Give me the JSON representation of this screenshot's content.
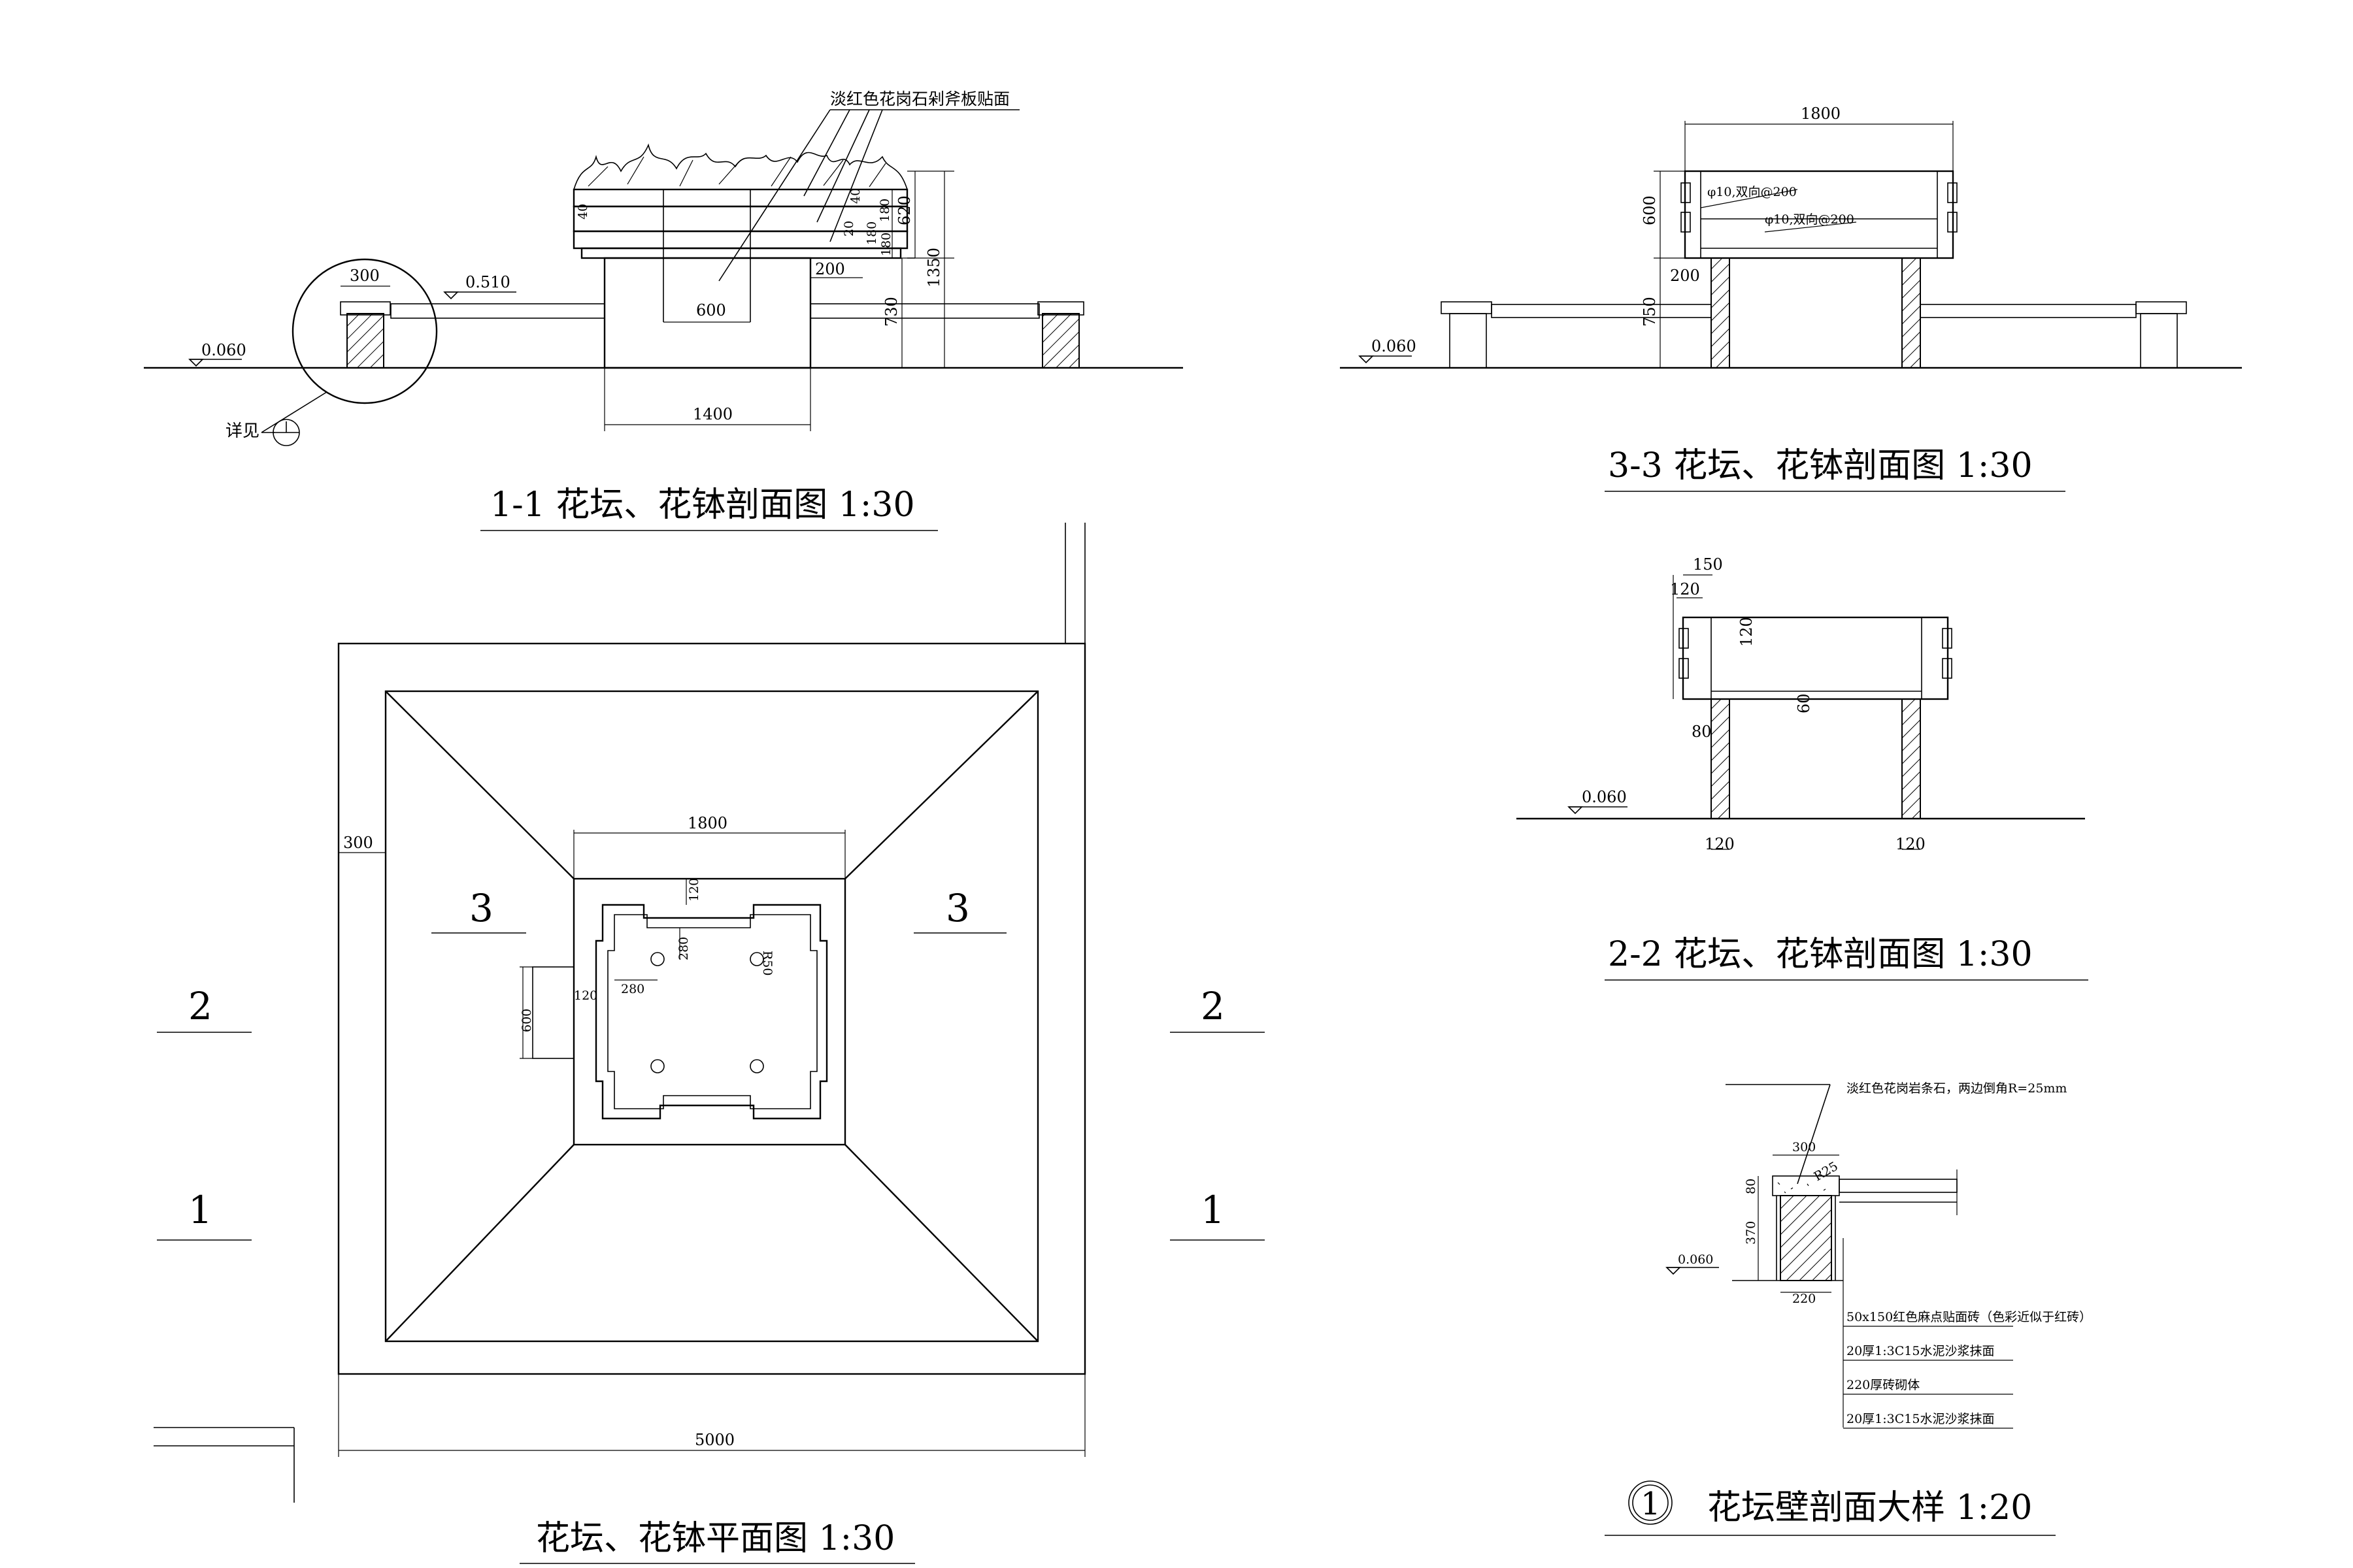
{
  "titles": {
    "s11": "1-1 花坛、花钵剖面图  1:30",
    "s33": "3-3  花坛、花钵剖面图  1:30",
    "s22": "2-2  花坛、花钵剖面图  1:30",
    "plan": "花坛、花钵平面图  1:30",
    "detail": "花坛壁剖面大样  1:20",
    "detail_no": "1"
  },
  "s11": {
    "note": "淡红色花岗石剁斧板贴面",
    "d300": "300",
    "lvl510": "0.510",
    "lvl060": "0.060",
    "ref": "详见",
    "d600": "600",
    "d1400": "1400",
    "d200": "200",
    "d730": "730",
    "d620": "620",
    "d1350": "1350",
    "d180a": "180",
    "d180b": "180",
    "d180c": "180",
    "d40": "40",
    "d20": "20",
    "d40b": "40"
  },
  "s33": {
    "d1800": "1800",
    "d600": "600",
    "d200": "200",
    "d750": "750",
    "rebar1": "φ10,双向@200",
    "rebar2": "φ10,双向@200",
    "lvl": "0.060"
  },
  "s22": {
    "d150": "150",
    "d120top": "120",
    "d120in": "120",
    "d60": "60",
    "d80": "80",
    "d120l": "120",
    "d120r": "120",
    "lvl": "0.060"
  },
  "plan": {
    "d300": "300",
    "d1800": "1800",
    "d120top": "120",
    "d280v": "280",
    "r50": "R50",
    "d280h": "280",
    "d120l": "120",
    "d600": "600",
    "d5000": "5000",
    "cut3L": "3",
    "cut3R": "3",
    "cut2L": "2",
    "cut2R": "2",
    "cut1L": "1",
    "cut1R": "1"
  },
  "detail": {
    "note": "淡红色花岗岩条石，两边倒角R=25mm",
    "d300": "300",
    "d80": "80",
    "d370": "370",
    "d220": "220",
    "r25": "R25",
    "lvl": "0.060",
    "layers": [
      "50x150红色麻点贴面砖（色彩近似于红砖）",
      "20厚1:3C15水泥沙浆抹面",
      "220厚砖砌体",
      "20厚1:3C15水泥沙浆抹面"
    ]
  }
}
